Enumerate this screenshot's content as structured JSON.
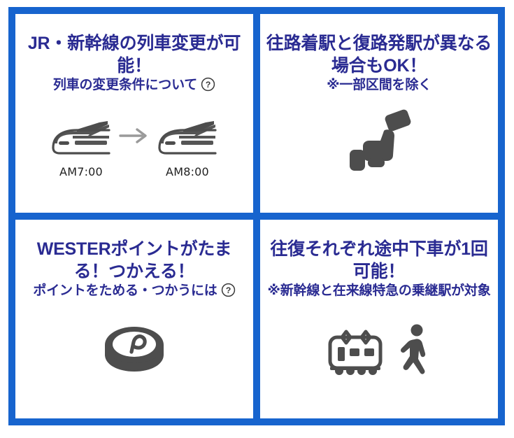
{
  "theme": {
    "border_color": "#1764ce",
    "text_color": "#2a2b92",
    "icon_color": "#4a4a4a",
    "background": "#ffffff"
  },
  "cells": [
    {
      "id": "train-change",
      "headline": "JR・新幹線の列車変更が可能！",
      "subline": "列車の変更条件について",
      "help_icon": "question-circle-icon",
      "icons": {
        "train_before": "shinkansen-icon",
        "arrow": "arrow-right-icon",
        "train_after": "shinkansen-icon"
      },
      "time_before": "AM7:00",
      "time_after": "AM8:00"
    },
    {
      "id": "different-stations",
      "headline": "往路着駅と復路発駅が異なる場合もOK！",
      "subline": "※一部区間を除く",
      "icons": {
        "main": "reserved-seat-icon"
      }
    },
    {
      "id": "wester-points",
      "headline": "WESTERポイントがたまる！つかえる！",
      "subline": "ポイントをためる・つかうには",
      "help_icon": "question-circle-icon",
      "icons": {
        "main": "point-coin-icon"
      }
    },
    {
      "id": "stopover",
      "headline": "往復それぞれ途中下車が1回可能！",
      "subline": "※新幹線と在来線特急の乗継駅が対象",
      "icons": {
        "train": "local-train-icon",
        "walker": "walking-person-icon"
      }
    }
  ]
}
